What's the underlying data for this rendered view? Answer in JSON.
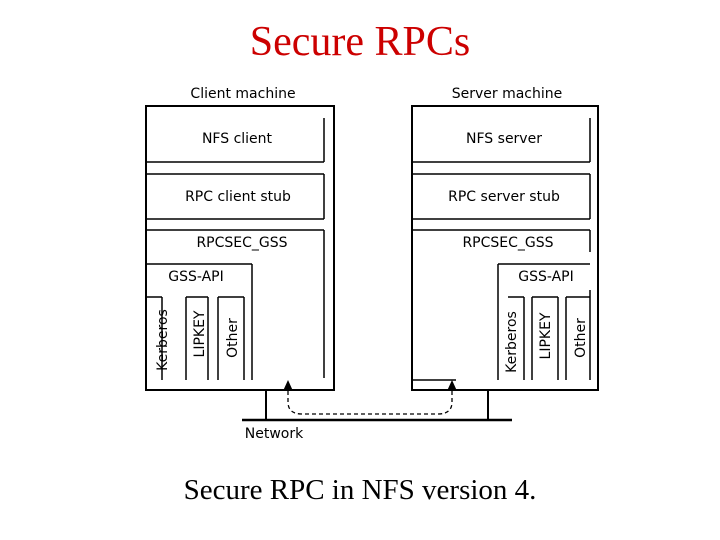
{
  "slide": {
    "title": "Secure RPCs",
    "caption": "Secure RPC in NFS version 4."
  },
  "diagram": {
    "client": {
      "heading": "Client machine",
      "layers": {
        "app": "NFS client",
        "stub": "RPC client stub",
        "rpcsec": "RPCSEC_GSS",
        "gssapi": "GSS-API"
      },
      "mechanisms": [
        "Kerberos",
        "LIPKEY",
        "Other"
      ]
    },
    "server": {
      "heading": "Server machine",
      "layers": {
        "app": "NFS server",
        "stub": "RPC server stub",
        "rpcsec": "RPCSEC_GSS",
        "gssapi": "GSS-API"
      },
      "mechanisms": [
        "Kerberos",
        "LIPKEY",
        "Other"
      ]
    },
    "network_label": "Network"
  }
}
